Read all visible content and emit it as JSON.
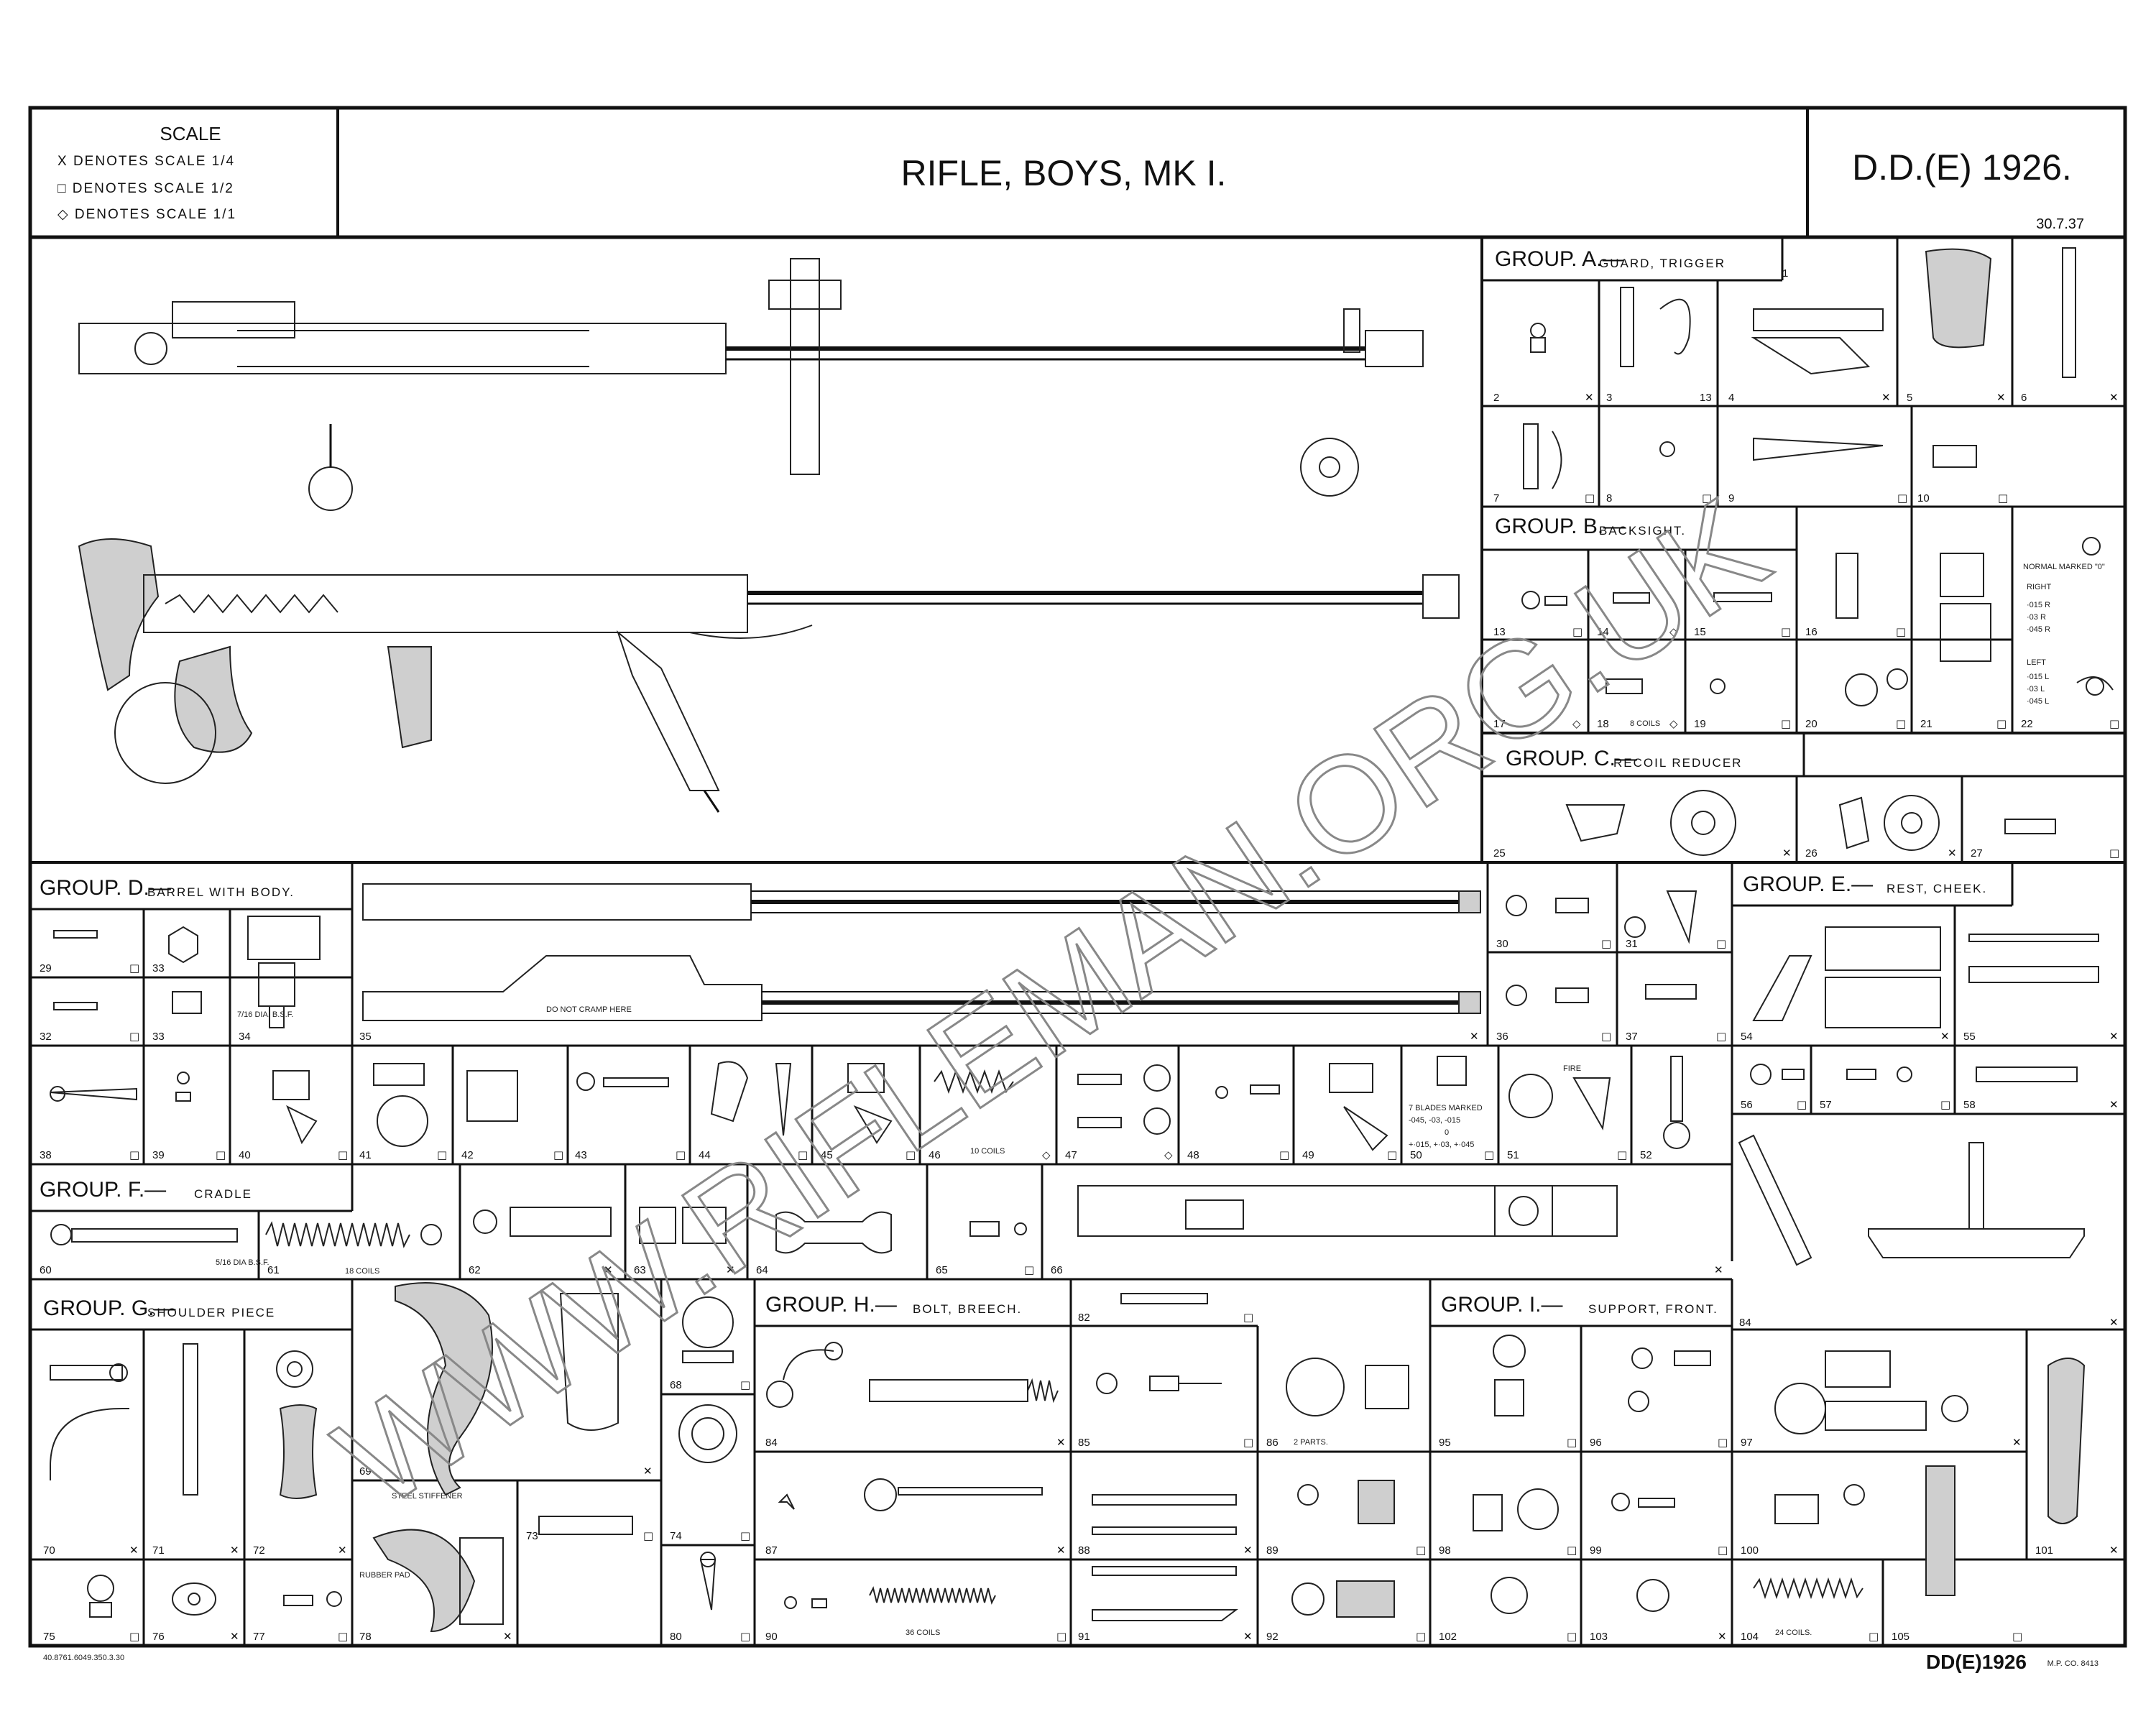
{
  "header": {
    "scale_title": "SCALE",
    "scale_lines": [
      "X DENOTES SCALE 1/4",
      "□ DENOTES SCALE 1/2",
      "◇ DENOTES SCALE 1/1"
    ],
    "title": "RIFLE, BOYS, MK I.",
    "drawing_no": "D.D.(E) 1926.",
    "date": "30.7.37"
  },
  "groups": {
    "A": {
      "title": "GROUP. A.—",
      "sub": "GUARD, TRIGGER"
    },
    "B": {
      "title": "GROUP. B.—",
      "sub": "BACKSIGHT."
    },
    "C": {
      "title": "GROUP. C.—",
      "sub": "RECOIL REDUCER"
    },
    "D": {
      "title": "GROUP. D.—",
      "sub": "BARREL WITH BODY."
    },
    "E": {
      "title": "GROUP. E.—",
      "sub": "REST, CHEEK."
    },
    "F": {
      "title": "GROUP. F.—",
      "sub": "CRADLE"
    },
    "G": {
      "title": "GROUP. G.—",
      "sub": "SHOULDER PIECE"
    },
    "H": {
      "title": "GROUP. H.—",
      "sub": "BOLT, BREECH."
    },
    "I": {
      "title": "GROUP. I.—",
      "sub": "SUPPORT, FRONT."
    }
  },
  "annotations": {
    "normal_marked": "NORMAL MARKED \"0\"",
    "right": "RIGHT",
    "right_vals": [
      "·015 R",
      "·03 R",
      "·045 R"
    ],
    "left": "LEFT",
    "left_vals": [
      "·015 L",
      "·03 L",
      "·045 L"
    ],
    "blades_marked": "7 BLADES MARKED",
    "blades_vals": [
      "-045, -03, -015",
      "0",
      "+·015, +·03, +·045"
    ],
    "do_not_cramp": "DO NOT CRAMP HERE",
    "fire": "FIRE",
    "steel_stiffener": "STEEL STIFFENER",
    "rubber_pad": "RUBBER PAD",
    "two_parts": "2 PARTS.",
    "coils_8": "8 COILS",
    "coils_10": "10 COILS",
    "coils_18": "18 COILS",
    "coils_36": "36 COILS",
    "coils_24": "24 COILS.",
    "bsf_7_16": "7/16 DIA. B.S.F.",
    "bsf_5_16": "5/16 DIA B.S.F."
  },
  "footer": {
    "print_ref": "40.8761.6049.350.3.30",
    "mp_ref": "M.P. CO. 8413",
    "drawing_no": "DD(E)1926"
  },
  "watermark": "WWW.RIFLEMAN.ORG.UK"
}
